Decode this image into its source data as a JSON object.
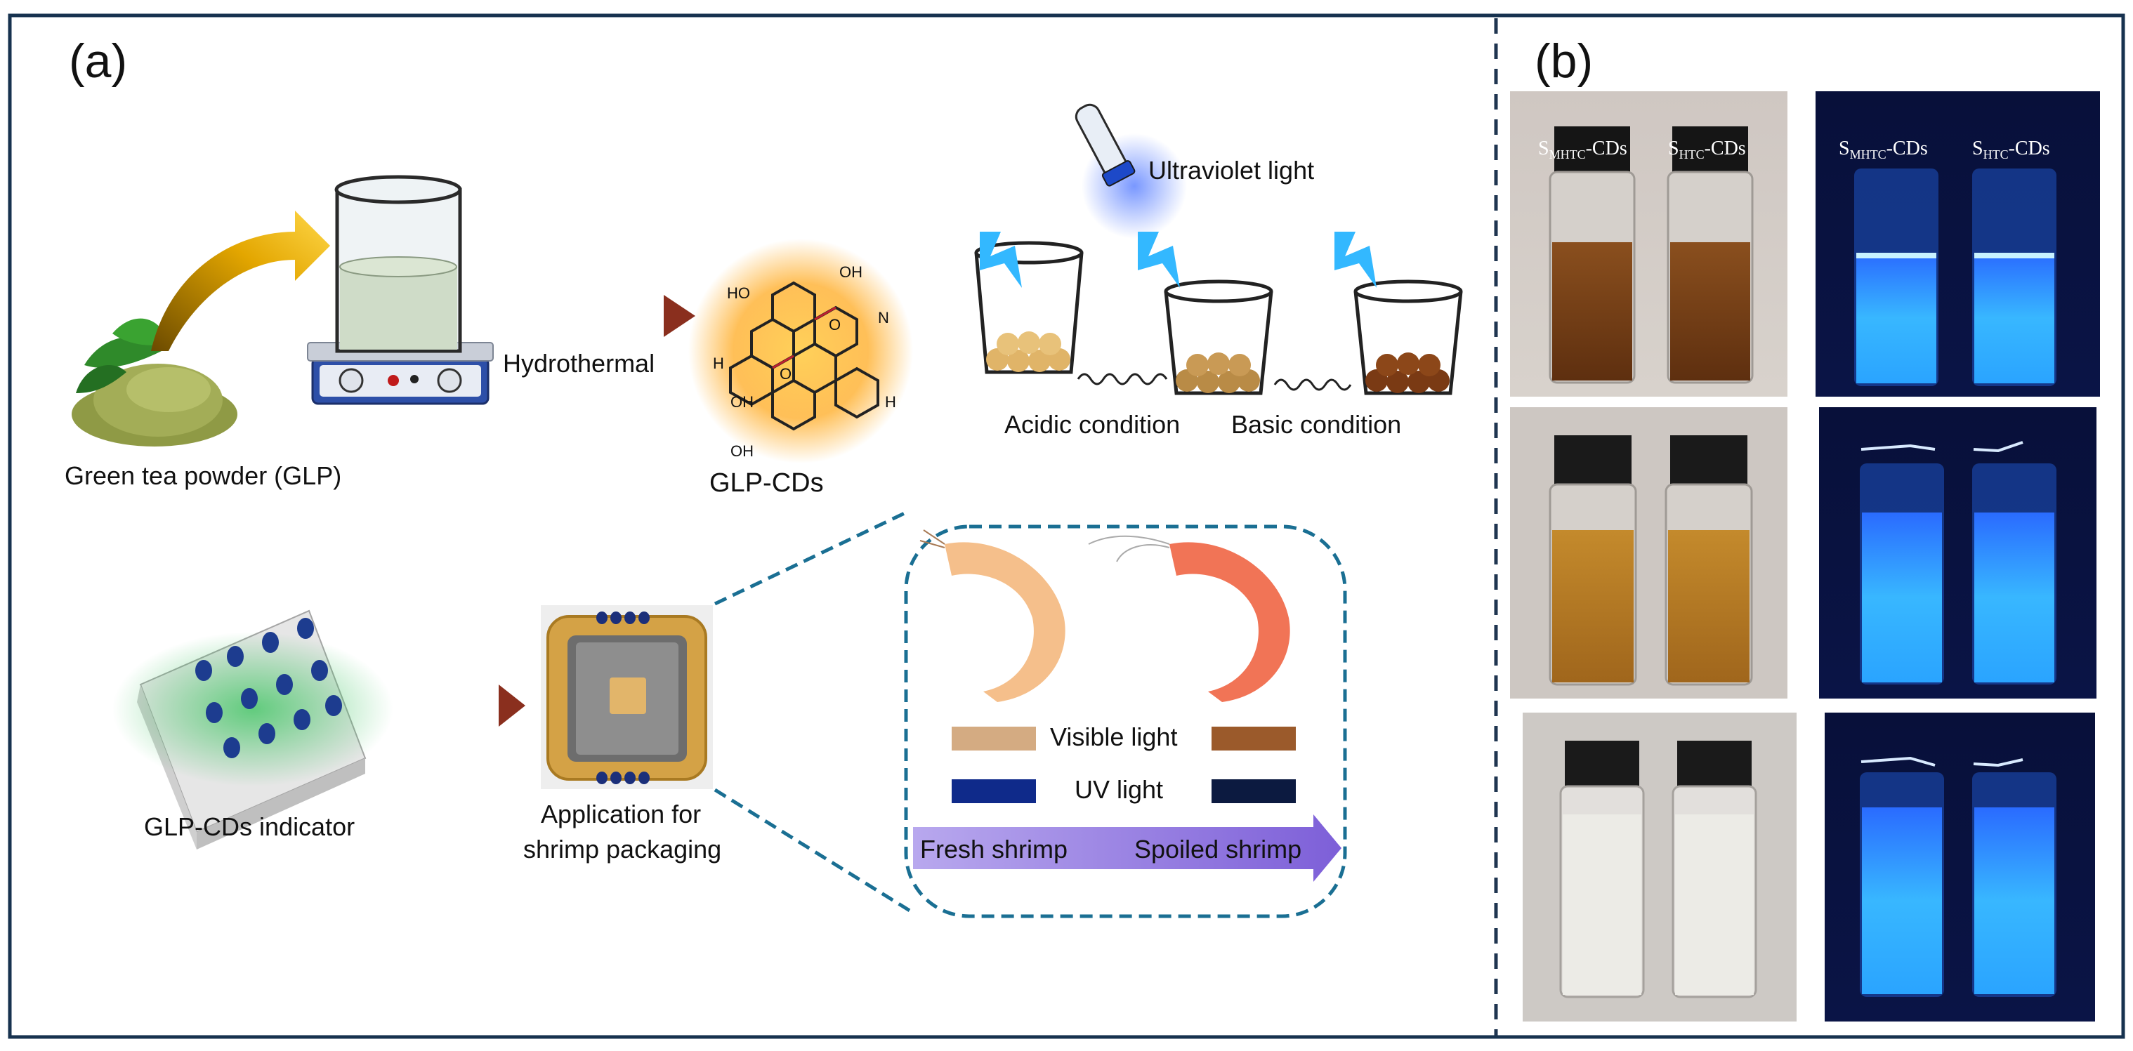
{
  "panel_a": {
    "label": "(a)",
    "green_tea": "Green tea powder (GLP)",
    "hydrothermal": "Hydrothermal",
    "glp_cds": "GLP-CDs",
    "uv_light": "Ultraviolet light",
    "acidic": "Acidic condition",
    "basic": "Basic condition",
    "indicator": "GLP-CDs indicator",
    "application_line1": "Application for",
    "application_line2": "shrimp packaging",
    "visible_light": "Visible light",
    "uv_short": "UV light",
    "fresh": "Fresh shrimp",
    "spoiled": "Spoiled shrimp",
    "molecule": {
      "cooh": "HO",
      "o": "O",
      "oh": "OH",
      "h": "H",
      "nh": "N"
    }
  },
  "panel_b": {
    "label": "(b)",
    "vial_left_main": "S",
    "vial_left_sub": "MHTC",
    "vial_right_main": "S",
    "vial_right_sub": "HTC",
    "suffix": "-CDs"
  },
  "colors": {
    "frame": "#17324f",
    "divider": "#1f3550",
    "dashed_callout": "#1a6f93",
    "arrow": "#8a4a22",
    "uv_blue": "#34b6ff",
    "gradient_bar": "#8d74dd"
  }
}
